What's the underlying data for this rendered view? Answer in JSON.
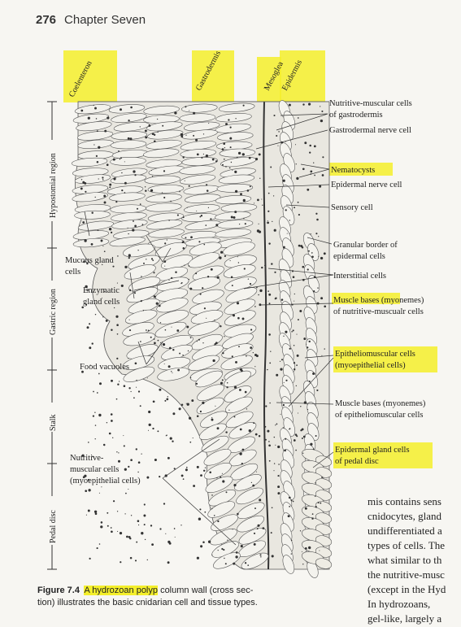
{
  "header": {
    "page_number": "276",
    "chapter": "Chapter Seven"
  },
  "top_labels": {
    "coelenteron": "Coelenteron",
    "gastrodermis": "Gastrodermis",
    "mesoglea": "Mesoglea",
    "epidermis": "Epidermis"
  },
  "regions": {
    "hypostomial": "Hypostomial region",
    "gastric": "Gastric region",
    "stalk": "Stalk",
    "pedal": "Pedal disc"
  },
  "right_labels": {
    "nutritive_muscular": [
      "Nutritive-muscular cells",
      "of gastrodermis"
    ],
    "gastrodermal_nerve": "Gastrodermal nerve cell",
    "nematocysts": "Nematocysts",
    "epidermal_nerve": "Epidermal nerve cell",
    "sensory": "Sensory cell",
    "granular_border": [
      "Granular border of",
      "epidermal cells"
    ],
    "interstitial": "Interstitial cells",
    "muscle_bases_1": [
      "Muscle bases (myonemes)",
      "of nutritive-muscualr cells"
    ],
    "epitheliomuscular": [
      "Epitheliomuscular cells",
      "(myoepithelial cells)"
    ],
    "muscle_bases_2": [
      "Muscle bases (myonemes)",
      "of epitheliomuscular cells"
    ],
    "epidermal_gland": [
      "Epidermal gland cells",
      "of pedal disc"
    ]
  },
  "left_labels": {
    "mucous_gland": [
      "Mucous gland",
      "cells"
    ],
    "enzymatic": [
      "Enzymatic",
      "gland cells"
    ],
    "food_vacuoles": "Food vacuoles",
    "nutritive_muscular_left": [
      "Nutritive-",
      "muscular cells",
      "(myoepithelial cells)"
    ]
  },
  "caption": {
    "figure_number": "Figure 7.4",
    "highlighted": "A hydrozoan polyp",
    "rest_line1": "column wall (cross sec-",
    "line2": "tion) illustrates the basic cnidarian cell and tissue types."
  },
  "body_text": [
    "mis contains sens",
    "cnidocytes, gland",
    "undifferentiated a",
    "types of cells. The",
    "what similar to th",
    "the nutritive-musc",
    "(except in the Hyd",
    "   In hydrozoans,",
    "gel-like, largely a"
  ],
  "colors": {
    "highlight": "#f4ef2b",
    "paper": "#f7f6f2",
    "ink": "#222222"
  }
}
